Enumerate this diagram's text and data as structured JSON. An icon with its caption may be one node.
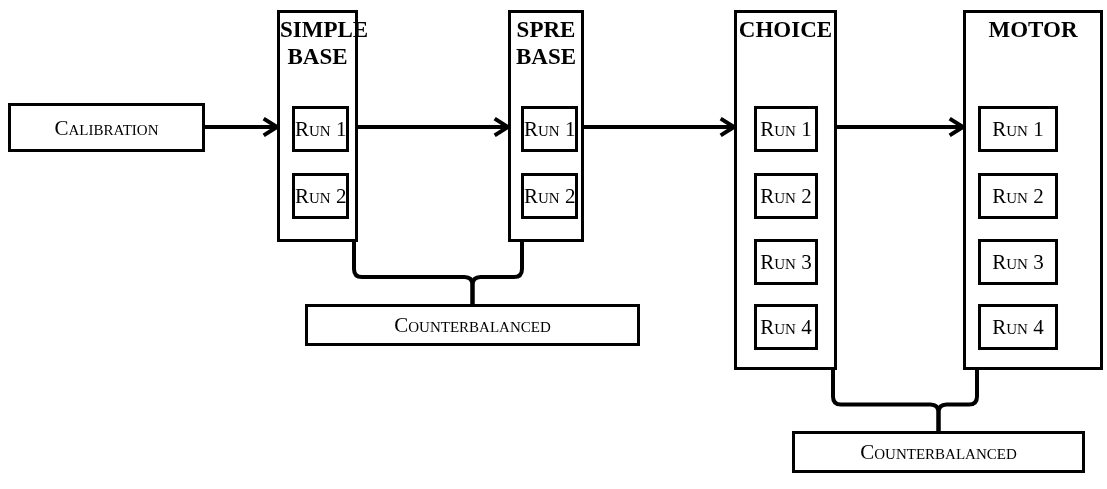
{
  "diagram": {
    "nodes": [
      {
        "text": [
          "Calibration"
        ]
      },
      {
        "text": [
          "SIMPLE BASE"
        ]
      },
      {
        "text": [
          "Run 1"
        ],
        "in": 1
      },
      {
        "text": [
          "Run 2"
        ],
        "in": 1
      },
      {
        "text": [
          "SPRE BASE"
        ]
      },
      {
        "text": [
          "Run 1"
        ],
        "in": 4
      },
      {
        "text": [
          "Run 2"
        ],
        "in": 4
      },
      {
        "text": [
          "CHOICE"
        ]
      },
      {
        "text": [
          "Run 1"
        ],
        "in": 7
      },
      {
        "text": [
          "Run 2"
        ],
        "in": 7
      },
      {
        "text": [
          "Run 3"
        ],
        "in": 7
      },
      {
        "text": [
          "Run 4"
        ],
        "in": 7
      },
      {
        "text": [
          "MOTOR"
        ]
      },
      {
        "text": [
          "Run 1"
        ],
        "in": 12
      },
      {
        "text": [
          "Run 2"
        ],
        "in": 12
      },
      {
        "text": [
          "Run 3"
        ],
        "in": 12
      },
      {
        "text": [
          "Run 4"
        ],
        "in": 12
      },
      {
        "text": [
          "Counterbalanced"
        ]
      },
      {
        "text": [
          "Counterbalanced"
        ]
      }
    ],
    "edges": [
      {
        "from": 0,
        "to": 1,
        "arrow": "to"
      },
      {
        "from": 1,
        "to": 4,
        "arrow": "to"
      },
      {
        "from": 4,
        "to": 7,
        "arrow": "to"
      },
      {
        "from": 7,
        "to": 12,
        "arrow": "to"
      },
      {
        "from": 1,
        "to": 17,
        "arrow": "none"
      },
      {
        "from": 4,
        "to": 17,
        "arrow": "none"
      },
      {
        "from": 7,
        "to": 18,
        "arrow": "none"
      },
      {
        "from": 12,
        "to": 18,
        "arrow": "none"
      }
    ]
  }
}
